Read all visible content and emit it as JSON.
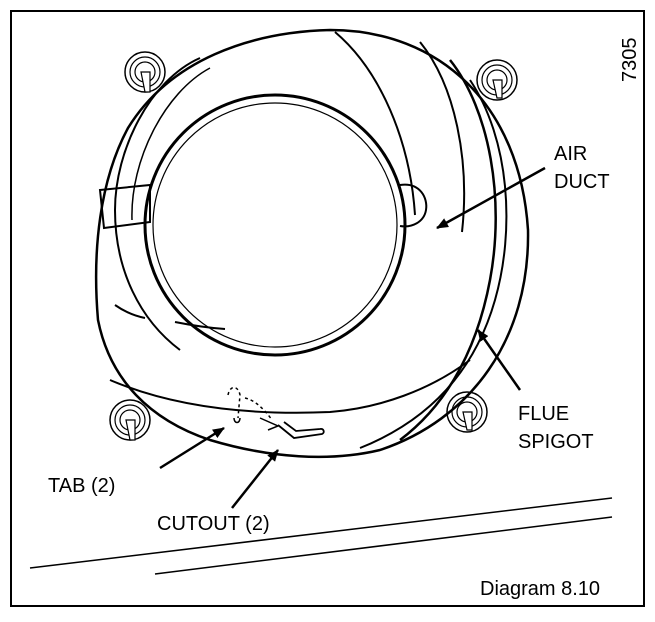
{
  "figure": {
    "code": "7305",
    "caption": "Diagram 8.10"
  },
  "labels": {
    "air_duct_line1": "AIR",
    "air_duct_line2": "DUCT",
    "flue_spigot_line1": "FLUE",
    "flue_spigot_line2": "SPIGOT",
    "tab": "TAB (2)",
    "cutout": "CUTOUT (2)"
  }
}
